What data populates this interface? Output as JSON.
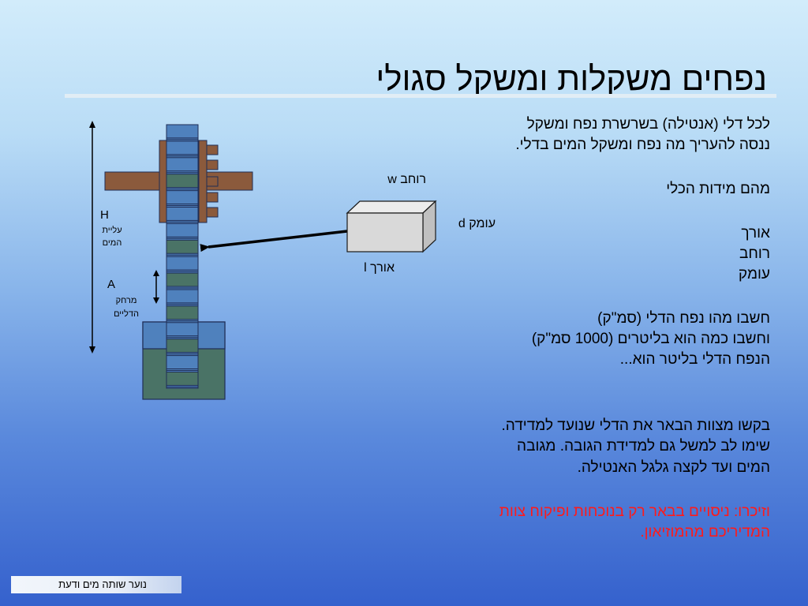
{
  "slide": {
    "title": "נפחים משקלות ומשקל סגולי",
    "footer": "נוער שותה מים ודעת"
  },
  "intro": {
    "line1": "לכל דלי (אנטילה) בשרשרת נפח ומשקל",
    "line2": "ננסה להעריך מה נפח ומשקל המים בדלי."
  },
  "dimensions": {
    "heading": "מהם מידות הכלי",
    "length": "אורך",
    "width": "רוחב",
    "depth": "עומק"
  },
  "calc": {
    "line1": "חשבו מהו נפח הדלי (סמ\"ק)",
    "line2": "וחשבו כמה הוא בליטרים (1000 סמ\"ק)",
    "line3": "הנפח הדלי בליטר הוא..."
  },
  "request": {
    "line1": "בקשו מצוות הבאר את הדלי שנועד למדידה.",
    "line2": "שימו לב למשל גם למדידת הגובה. מגובה",
    "line3": "המים ועד לקצה גלגל האנטילה."
  },
  "reminder": {
    "line1": "וזיכרו: ניסויים בבאר רק בנוכחות  ופיקוח צוות",
    "line2": "המדיריכם מהמוזיאון.",
    "color": "#ff1a1a"
  },
  "box_labels": {
    "width": "רוחב w",
    "depth": "עומק d",
    "length": "אורך l"
  },
  "diagram_labels": {
    "h_letter": "H",
    "h_line1": "עליית",
    "h_line2": "המים",
    "a_letter": "A",
    "a_line1": "מרחק",
    "a_line2": "הדליים"
  },
  "colors": {
    "bucket": "#4f81bd",
    "bucket_alt": "#4a7366",
    "wheel": "#8b5a3c",
    "well_water": "#4f81bd",
    "well_body": "#4a7366",
    "box_front": "#d9d9d9",
    "box_top": "#ececec",
    "box_side": "#c0c0c0"
  }
}
